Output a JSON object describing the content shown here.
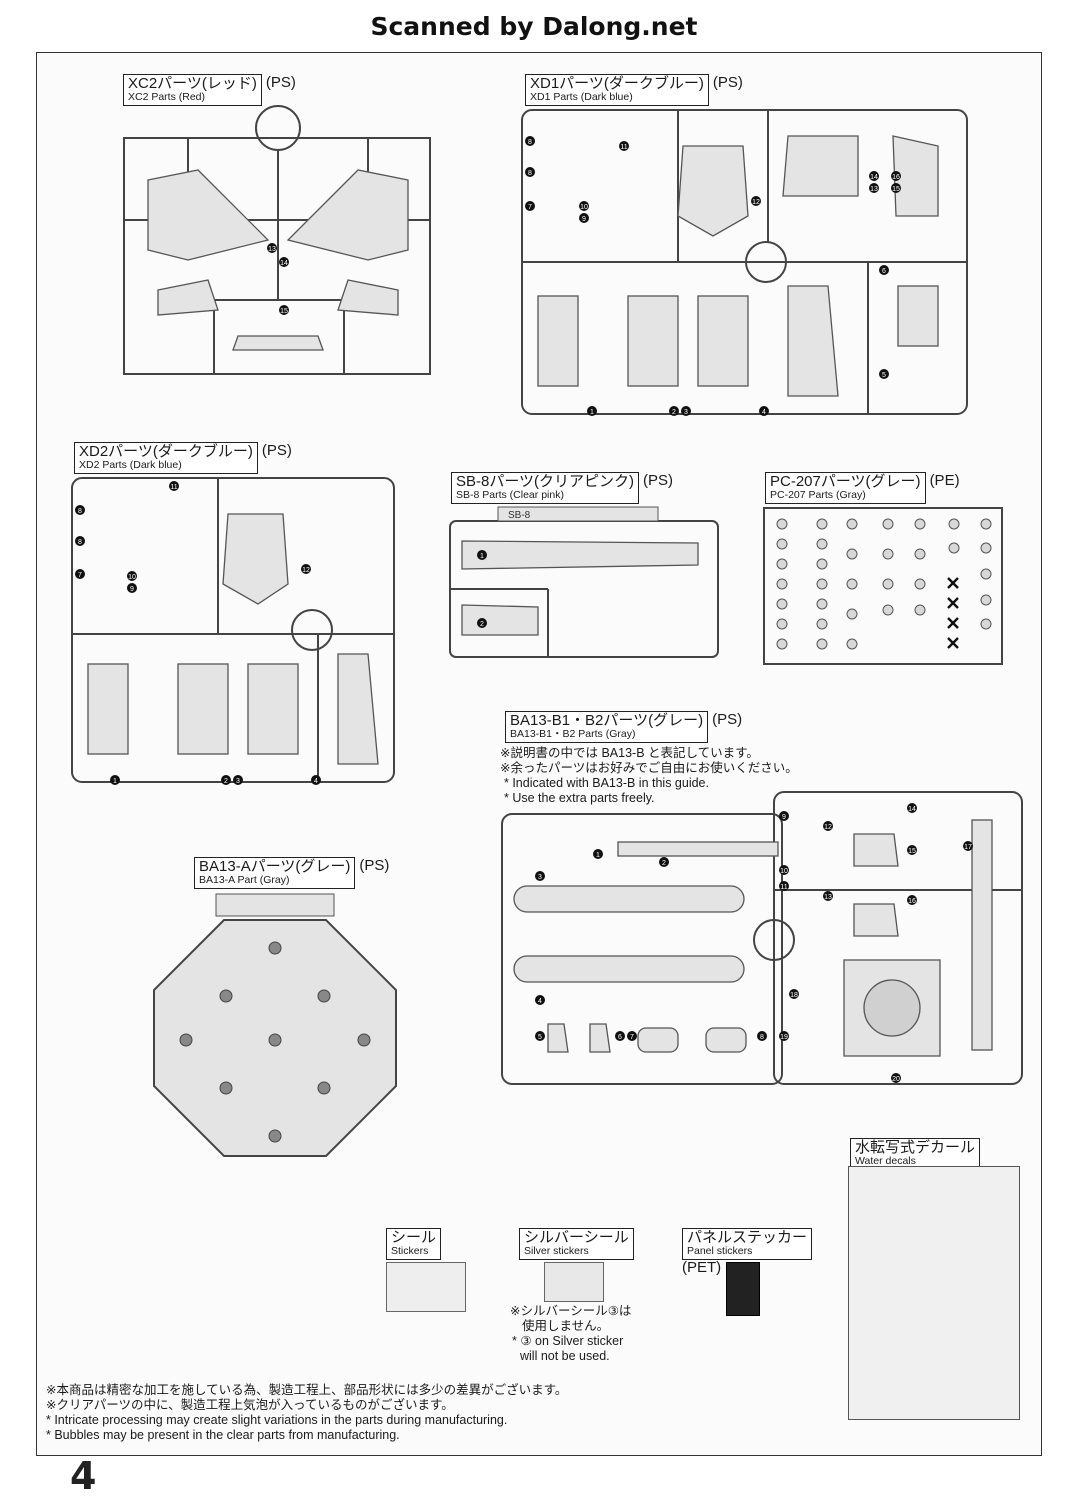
{
  "header": {
    "title": "Scanned by Dalong.net"
  },
  "runners": {
    "xc2": {
      "jp": "XC2パーツ(レッド)",
      "en": "XC2 Parts (Red)",
      "material": "(PS)"
    },
    "xd1": {
      "jp": "XD1パーツ(ダークブルー)",
      "en": "XD1 Parts (Dark blue)",
      "material": "(PS)"
    },
    "xd2": {
      "jp": "XD2パーツ(ダークブルー)",
      "en": "XD2 Parts (Dark blue)",
      "material": "(PS)"
    },
    "sb8": {
      "jp": "SB-8パーツ(クリアピンク)",
      "en": "SB-8 Parts (Clear pink)",
      "material": "(PS)",
      "tag": "SB-8"
    },
    "pc207": {
      "jp": "PC-207パーツ(グレー)",
      "en": "PC-207 Parts (Gray)",
      "material": "(PE)"
    },
    "ba13b": {
      "jp": "BA13-B1・B2パーツ(グレー)",
      "en": "BA13-B1・B2 Parts (Gray)",
      "material": "(PS)",
      "notes": [
        "※説明書の中では BA13-B と表記しています。",
        "※余ったパーツはお好みでご自由にお使いください。",
        "* Indicated with  BA13-B  in this guide.",
        "* Use the extra parts freely."
      ]
    },
    "ba13a": {
      "jp": "BA13-Aパーツ(グレー)",
      "en": "BA13-A Part (Gray)",
      "material": "(PS)"
    }
  },
  "stickers": {
    "seal": {
      "jp": "シール",
      "en": "Stickers"
    },
    "silver": {
      "jp": "シルバーシール",
      "en": "Silver stickers",
      "notes": [
        "※シルバーシール③は",
        "使用しません。",
        "*  ③ on Silver sticker",
        "will not be used."
      ]
    },
    "panel": {
      "jp": "パネルステッカー",
      "en": "Panel stickers",
      "material": "(PET)"
    },
    "water": {
      "jp": "水転写式デカール",
      "en": "Water decals"
    }
  },
  "footer_notes": [
    "※本商品は精密な加工を施している為、製造工程上、部品形状には多少の差異がございます。",
    "※クリアパーツの中に、製造工程上気泡が入っているものがございます。",
    "* Intricate processing may create slight variations in the parts during manufacturing.",
    "* Bubbles may be present in the clear parts from manufacturing."
  ],
  "page_number": "4",
  "colors": {
    "line": "#444444",
    "part_fill": "#e4e4e4",
    "frame": "#333333"
  }
}
